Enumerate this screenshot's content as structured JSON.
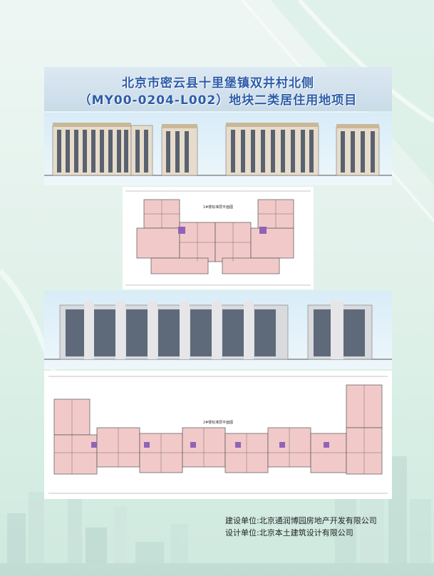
{
  "title": {
    "line1": "北京市密云县十里堡镇双井村北侧",
    "line2": "（MY00-0204-L002）地块二类居住用地项目"
  },
  "plans": {
    "plan1_label": "1#楼标准层平面图",
    "plan2_label": "2#楼标准层平面图"
  },
  "credits": {
    "builder": "建设单位:北京通润博园房地产开发有限公司",
    "designer": "设计单位:北京本土建筑设计有限公司"
  },
  "colors": {
    "title_text": "#2c5da8",
    "room_fill": "#f2c9c9",
    "stair_fill": "#8f63b8",
    "facade_main": "#e7dccb",
    "facade_dark": "#5a6270",
    "sky": "#d8ecf8"
  }
}
